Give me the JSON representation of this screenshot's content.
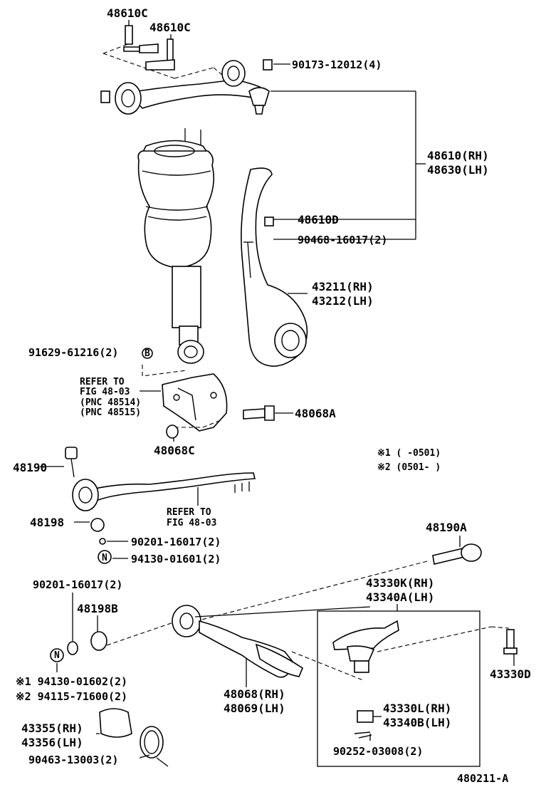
{
  "labels": {
    "p48610c_a": "48610C",
    "p48610c_b": "48610C",
    "p90173": "90173-12012(4)",
    "p48610": "48610(RH)",
    "p48630": "48630(LH)",
    "p48610d": "48610D",
    "p90468": "90468-16017(2)",
    "p43211": "43211(RH)",
    "p43212": "43212(LH)",
    "p91629": "91629-61216(2)",
    "p91629_mark": "B",
    "refer1_a": "REFER TO",
    "refer1_b": "FIG 48-03",
    "refer1_c": "(PNC 48514)",
    "refer1_d": "(PNC 48515)",
    "p48068a": "48068A",
    "p48068c": "48068C",
    "note1": "※1 (      -0501)",
    "note2": "※2 (0501-      )",
    "p48190": "48190",
    "refer2_a": "REFER TO",
    "refer2_b": "FIG 48-03",
    "p48198": "48198",
    "p90201_a": "90201-16017(2)",
    "p94130_a": "94130-01601(2)",
    "n_mark_a": "N",
    "p48190a": "48190A",
    "p90201_b": "90201-16017(2)",
    "p48198b": "48198B",
    "p43330k": "43330K(RH)",
    "p43340a": "43340A(LH)",
    "p43330d": "43330D",
    "n_mark_b": "N",
    "p94130_b": "※1 94130-01602(2)",
    "p94115": "※2 94115-71600(2)",
    "p48068": "48068(RH)",
    "p48069": "48069(LH)",
    "p43330l": "43330L(RH)",
    "p43340b": "43340B(LH)",
    "p43355": "43355(RH)",
    "p43356": "43356(LH)",
    "p90463": "90463-13003(2)",
    "p90252": "90252-03008(2)",
    "fig_id": "480211-A"
  },
  "icons": [
    "upper-arm-icon",
    "air-spring-icon",
    "knuckle-icon",
    "bracket-icon",
    "stabilizer-bar-icon",
    "lower-arm-icon",
    "ball-joint-icon",
    "bolt-icon",
    "nut-icon",
    "washer-icon",
    "bushing-icon",
    "clamp-icon"
  ]
}
